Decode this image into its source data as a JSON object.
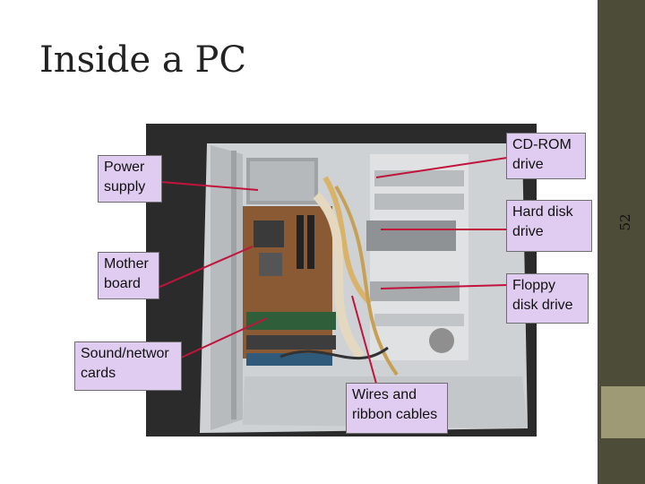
{
  "slide": {
    "title": "Inside a PC",
    "page_number": "52",
    "colors": {
      "sidebar": "#4c4c39",
      "accent": "#9e9a76",
      "callout_fill": "#e0ccf0",
      "leader_line": "#c0143c"
    }
  },
  "callouts": {
    "power_supply": "Power\nsupply",
    "cdrom": "CD-ROM\ndrive",
    "hard_disk": "Hard disk\ndrive",
    "motherboard": "Mother\nboard",
    "floppy": "Floppy\ndisk drive",
    "sound_network": "Sound/networ\ncards",
    "wires": "Wires and\nribbon cables"
  }
}
